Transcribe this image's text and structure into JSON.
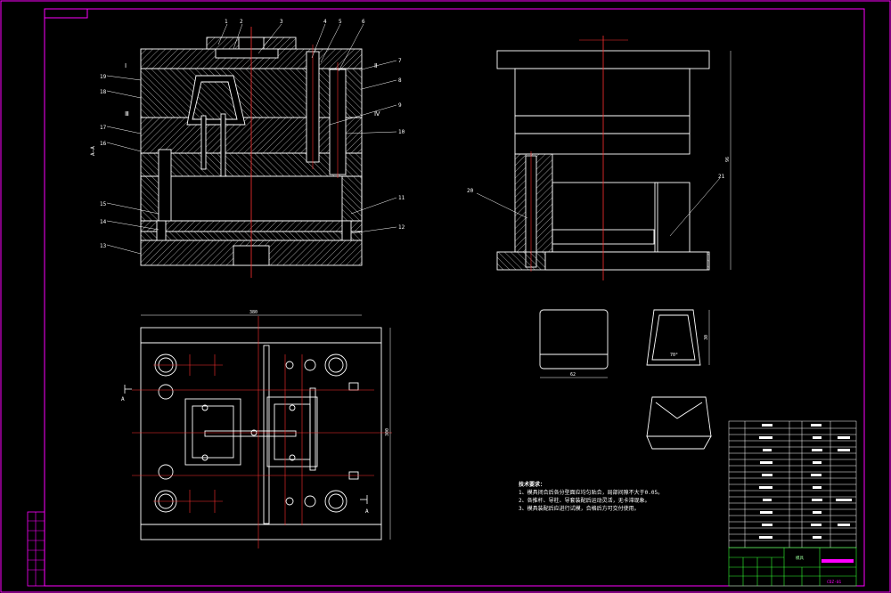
{
  "drawing": {
    "section_label": "A—A",
    "labels_top": [
      "1",
      "2",
      "3",
      "4",
      "5",
      "6"
    ],
    "labels_right": [
      "7",
      "8",
      "9",
      "10",
      "11",
      "12"
    ],
    "labels_left": [
      "19",
      "18",
      "17",
      "16",
      "15",
      "14",
      "13"
    ],
    "side_labels": {
      "left": "20",
      "right": "21"
    },
    "view_markers": [
      "Ⅰ",
      "Ⅱ",
      "Ⅲ",
      "Ⅳ"
    ],
    "cut_marker": "A",
    "dims": {
      "plan_width": "380",
      "plan_height": "300",
      "part_width": "62",
      "part_height": "30",
      "side_height": "96",
      "angle": "70°"
    },
    "notes": {
      "title": "技术要求：",
      "items": [
        "1、模具闭合后各分型面应均匀贴合，局部间隙不大于0.05。",
        "2、各推杆、导柱、导套装配后运动灵活，无卡滞现象。",
        "3、模具装配后应进行试模，合格后方可交付使用。"
      ]
    },
    "title_block": {
      "drawing_name": "模具",
      "drawing_number": "CDZ-01"
    }
  },
  "colors": {
    "outline": "#ffffff",
    "frame": "#ff00ff",
    "center": "#ff3030",
    "green": "#33ff33",
    "hatch": "#ffffff"
  }
}
